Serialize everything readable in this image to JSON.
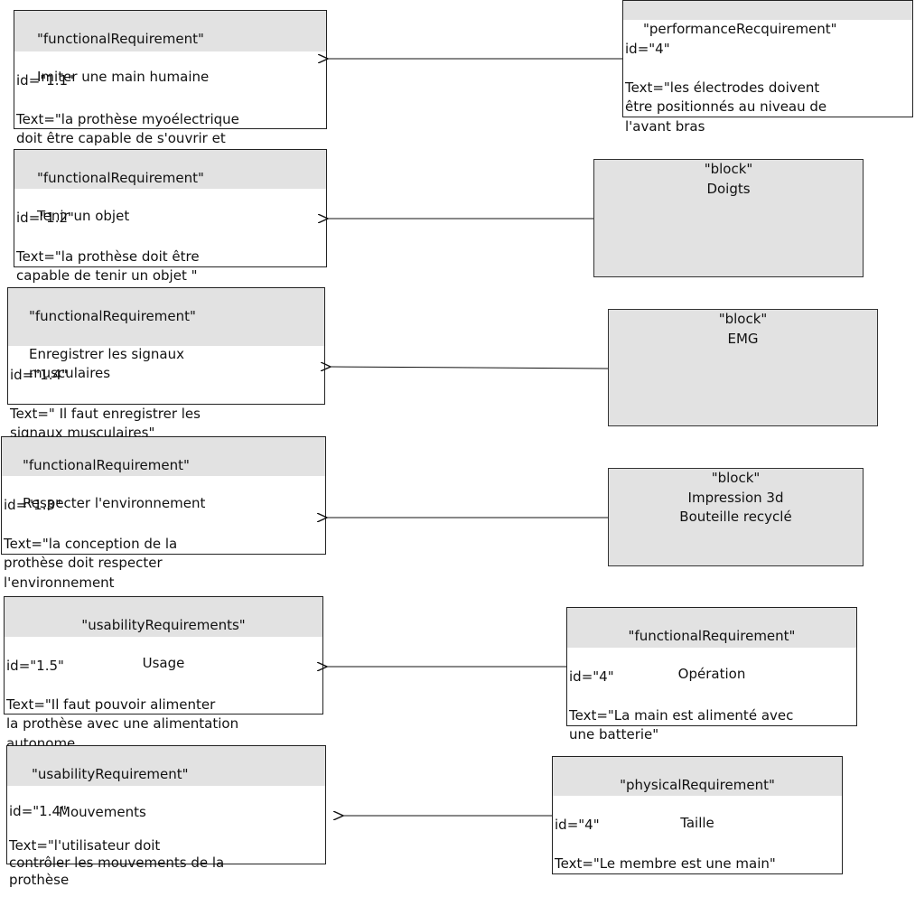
{
  "requirements": [
    {
      "stereotype": "\"functionalRequirement\"",
      "name": "Imiter une main humaine",
      "id": "id=\"1.1\"",
      "text": "Text=\"la prothèse myoélectrique\ndoit être capable de s'ouvrir et\nde se fermer"
    },
    {
      "stereotype": "\"functionalRequirement\"",
      "name": "Tenir un objet",
      "id": "id=\"1.2\"",
      "text": "Text=\"la prothèse doit être\ncapable de tenir un objet  \""
    },
    {
      "stereotype": "\"functionalRequirement\"",
      "name": "Enregistrer les signaux\nmusculaires",
      "id": "id=\"1.4\"",
      "text": "Text=\" Il faut enregistrer les\nsignaux musculaires\""
    },
    {
      "stereotype": "\"functionalRequirement\"",
      "name": "Respecter l'environnement",
      "id": "id=\"1.3\"",
      "text": "Text=\"la conception de la\nprothèse doit respecter\n l'environnement"
    },
    {
      "stereotype": "\"usabilityRequirements\"",
      "name": "Usage",
      "id": "id=\"1.5\"",
      "text": "Text=\"Il faut pouvoir alimenter\nla prothèse avec une alimentation\nautonome"
    },
    {
      "stereotype": "\"usabilityRequirement\"",
      "name": "Mouvements",
      "id": "id=\"1.4\"",
      "text": "Text=\"l'utilisateur doit\ncontrôler les mouvements de la\nprothèse"
    }
  ],
  "sources": [
    {
      "kind": "requirement",
      "stereotype": "\"performanceRecquirement\"",
      "name": "",
      "id": "id=\"4\"",
      "text": "Text=\"les électrodes doivent\nêtre positionnés au niveau de\nl'avant bras"
    },
    {
      "kind": "block",
      "label": "\"block\"\nDoigts"
    },
    {
      "kind": "block",
      "label": "\"block\"\nEMG"
    },
    {
      "kind": "block",
      "label": "\"block\"\nImpression 3d\nBouteille recyclé"
    },
    {
      "kind": "requirement",
      "stereotype": "\"functionalRequirement\"",
      "name": "Opération",
      "id": "id=\"4\"",
      "text": "Text=\"La main est alimenté avec\nune batterie\""
    },
    {
      "kind": "requirement",
      "stereotype": "\"physicalRequirement\"",
      "name": "Taille",
      "id": "id=\"4\"",
      "text": "Text=\"Le membre est une main\""
    }
  ]
}
